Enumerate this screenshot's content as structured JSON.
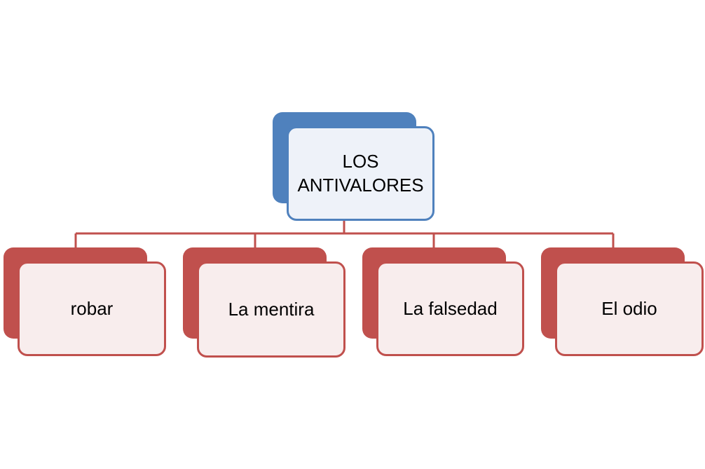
{
  "colors": {
    "root_fill": "#4f81bd",
    "root_card": "#eef2f9",
    "child_fill": "#c0504d",
    "child_card": "#f8eded",
    "connector": "#c0504d"
  },
  "root": {
    "label": "LOS\nANTIVALORES"
  },
  "children": [
    {
      "label": "robar"
    },
    {
      "label": "La mentira"
    },
    {
      "label": "La falsedad"
    },
    {
      "label": "El odio"
    }
  ]
}
